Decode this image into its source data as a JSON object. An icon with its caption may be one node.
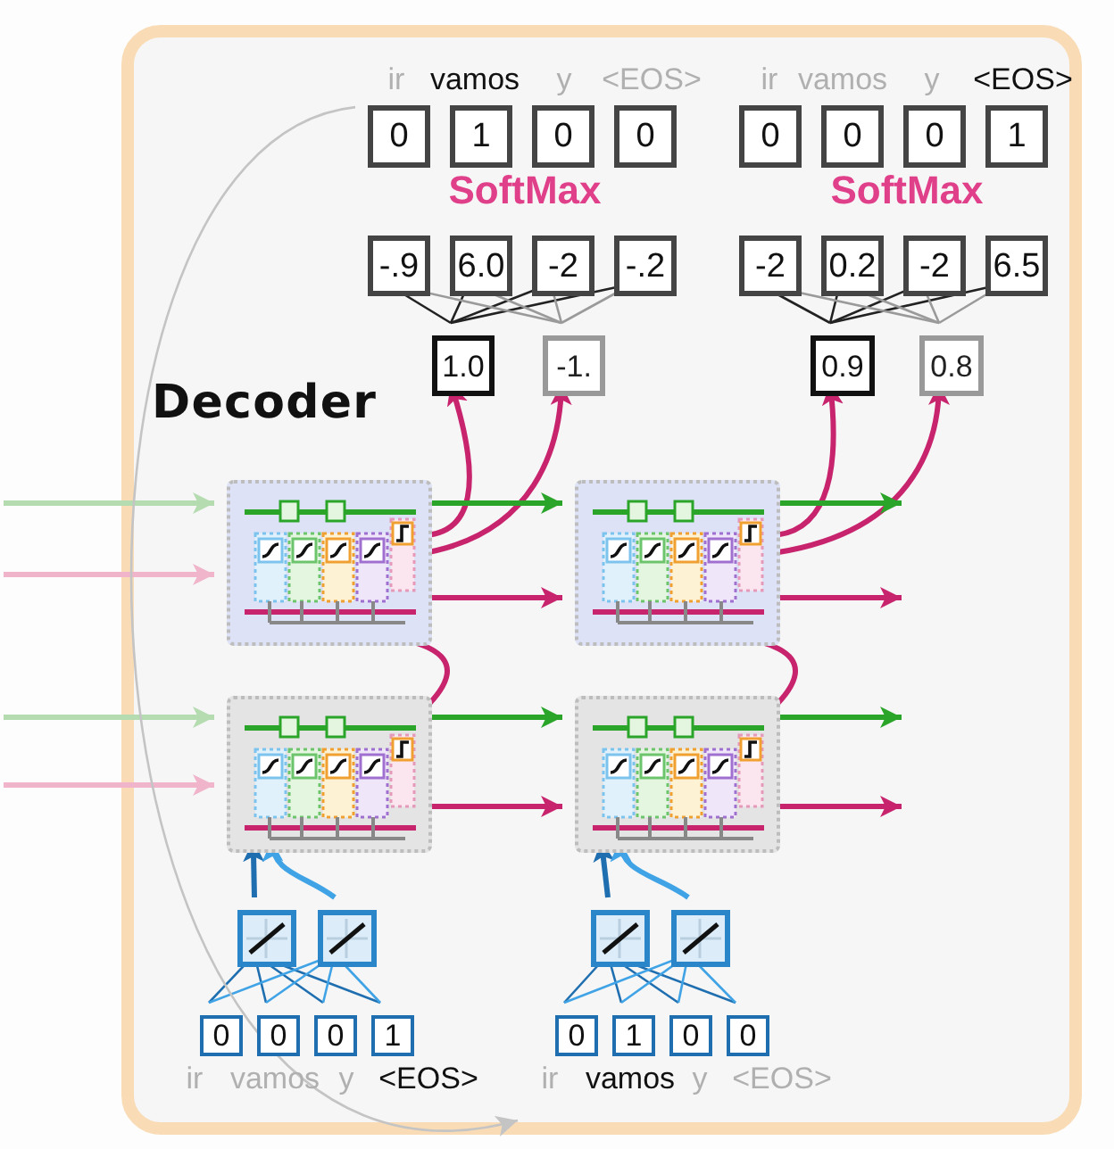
{
  "diagram": {
    "nodes": [
      {
        "text": [
          "Decoder"
        ]
      },
      {
        "text": [
          "0"
        ],
        "in": 0
      },
      {
        "text": [
          "1"
        ],
        "in": 0
      },
      {
        "text": [
          "0"
        ],
        "in": 0
      },
      {
        "text": [
          "0"
        ],
        "in": 0
      },
      {
        "text": [
          "0"
        ],
        "in": 0
      },
      {
        "text": [
          "0"
        ],
        "in": 0
      },
      {
        "text": [
          "0"
        ],
        "in": 0
      },
      {
        "text": [
          "1"
        ],
        "in": 0
      },
      {
        "text": [
          "-.9"
        ],
        "in": 0
      },
      {
        "text": [
          "6.0"
        ],
        "in": 0
      },
      {
        "text": [
          "-2"
        ],
        "in": 0
      },
      {
        "text": [
          "-.2"
        ],
        "in": 0
      },
      {
        "text": [
          "-2"
        ],
        "in": 0
      },
      {
        "text": [
          "0.2"
        ],
        "in": 0
      },
      {
        "text": [
          "-2"
        ],
        "in": 0
      },
      {
        "text": [
          "6.5"
        ],
        "in": 0
      },
      {
        "text": [
          "1.0"
        ],
        "in": 0
      },
      {
        "text": [
          "-1."
        ],
        "in": 0
      },
      {
        "text": [
          "0.9"
        ],
        "in": 0
      },
      {
        "text": [
          "0.8"
        ],
        "in": 0
      },
      {
        "text": [],
        "shape": "box",
        "in": 0
      },
      {
        "text": [],
        "shape": "box",
        "in": 0
      },
      {
        "text": [],
        "shape": "box",
        "in": 0
      },
      {
        "text": [],
        "shape": "box",
        "in": 0
      },
      {
        "text": [],
        "shape": "box",
        "in": 0
      },
      {
        "text": [],
        "shape": "box",
        "in": 0
      },
      {
        "text": [],
        "shape": "box",
        "in": 0
      },
      {
        "text": [],
        "shape": "box",
        "in": 0
      },
      {
        "text": [
          "0"
        ],
        "in": 0
      },
      {
        "text": [
          "0"
        ],
        "in": 0
      },
      {
        "text": [
          "0"
        ],
        "in": 0
      },
      {
        "text": [
          "1"
        ],
        "in": 0
      },
      {
        "text": [
          "0"
        ],
        "in": 0
      },
      {
        "text": [
          "1"
        ],
        "in": 0
      },
      {
        "text": [
          "0"
        ],
        "in": 0
      },
      {
        "text": [
          "0"
        ],
        "in": 0
      }
    ],
    "edges": [
      {
        "from": 17,
        "to": 9,
        "arrow": "none",
        "color": "#222222"
      },
      {
        "from": 17,
        "to": 10,
        "arrow": "none",
        "color": "#222222"
      },
      {
        "from": 17,
        "to": 11,
        "arrow": "none",
        "color": "#222222"
      },
      {
        "from": 17,
        "to": 12,
        "arrow": "none",
        "color": "#222222"
      },
      {
        "from": 18,
        "to": 9,
        "arrow": "none",
        "color": "#9a9a9a"
      },
      {
        "from": 18,
        "to": 10,
        "arrow": "none",
        "color": "#9a9a9a"
      },
      {
        "from": 18,
        "to": 11,
        "arrow": "none",
        "color": "#9a9a9a"
      },
      {
        "from": 18,
        "to": 12,
        "arrow": "none",
        "color": "#9a9a9a"
      },
      {
        "from": 19,
        "to": 13,
        "arrow": "none",
        "color": "#222222"
      },
      {
        "from": 19,
        "to": 14,
        "arrow": "none",
        "color": "#222222"
      },
      {
        "from": 19,
        "to": 15,
        "arrow": "none",
        "color": "#222222"
      },
      {
        "from": 19,
        "to": 16,
        "arrow": "none",
        "color": "#222222"
      },
      {
        "from": 20,
        "to": 13,
        "arrow": "none",
        "color": "#9a9a9a"
      },
      {
        "from": 20,
        "to": 14,
        "arrow": "none",
        "color": "#9a9a9a"
      },
      {
        "from": 20,
        "to": 15,
        "arrow": "none",
        "color": "#9a9a9a"
      },
      {
        "from": 20,
        "to": 16,
        "arrow": "none",
        "color": "#9a9a9a"
      },
      {
        "from": 21,
        "to": 17,
        "arrow": "to",
        "style": "thick",
        "color": "#c8246e"
      },
      {
        "from": 21,
        "to": 18,
        "arrow": "to",
        "style": "thick",
        "color": "#c8246e"
      },
      {
        "from": 22,
        "to": 19,
        "arrow": "to",
        "style": "thick",
        "color": "#c8246e"
      },
      {
        "from": 22,
        "to": 20,
        "arrow": "to",
        "style": "thick",
        "color": "#c8246e"
      },
      {
        "from": 23,
        "to": 21,
        "arrow": "to",
        "style": "thick",
        "color": "#c8246e"
      },
      {
        "from": 24,
        "to": 22,
        "arrow": "to",
        "style": "thick",
        "color": "#c8246e"
      },
      {
        "from": 21,
        "to": 22,
        "arrow": "to",
        "style": "thick",
        "color": "#2aa52a"
      },
      {
        "from": 21,
        "to": 22,
        "arrow": "to",
        "style": "thick",
        "color": "#c8246e"
      },
      {
        "from": 23,
        "to": 24,
        "arrow": "to",
        "style": "thick",
        "color": "#2aa52a"
      },
      {
        "from": 23,
        "to": 24,
        "arrow": "to",
        "style": "thick",
        "color": "#c8246e"
      },
      {
        "from": 22,
        "to": null,
        "arrow": "to",
        "style": "thick",
        "color": "#2aa52a"
      },
      {
        "from": 22,
        "to": null,
        "arrow": "to",
        "style": "thick",
        "color": "#c8246e"
      },
      {
        "from": 24,
        "to": null,
        "arrow": "to",
        "style": "thick",
        "color": "#2aa52a"
      },
      {
        "from": 24,
        "to": null,
        "arrow": "to",
        "style": "thick",
        "color": "#c8246e"
      },
      {
        "from": null,
        "to": 21,
        "arrow": "to",
        "style": "thick",
        "color": "#b5dcb0"
      },
      {
        "from": null,
        "to": 21,
        "arrow": "to",
        "style": "thick",
        "color": "#f0b5cb"
      },
      {
        "from": null,
        "to": 23,
        "arrow": "to",
        "style": "thick",
        "color": "#b5dcb0"
      },
      {
        "from": null,
        "to": 23,
        "arrow": "to",
        "style": "thick",
        "color": "#f0b5cb"
      },
      {
        "from": 25,
        "to": 23,
        "arrow": "to",
        "style": "thick",
        "color": "#1f6fb0"
      },
      {
        "from": 26,
        "to": 23,
        "arrow": "to",
        "style": "thick",
        "color": "#3fa3e6"
      },
      {
        "from": 27,
        "to": 24,
        "arrow": "to",
        "style": "thick",
        "color": "#1f6fb0"
      },
      {
        "from": 28,
        "to": 24,
        "arrow": "to",
        "style": "thick",
        "color": "#3fa3e6"
      },
      {
        "from": 25,
        "to": 29,
        "arrow": "none",
        "color": "#1f6fb0"
      },
      {
        "from": 25,
        "to": 30,
        "arrow": "none",
        "color": "#1f6fb0"
      },
      {
        "from": 25,
        "to": 31,
        "arrow": "none",
        "color": "#1f6fb0"
      },
      {
        "from": 25,
        "to": 32,
        "arrow": "none",
        "color": "#1f6fb0"
      },
      {
        "from": 26,
        "to": 29,
        "arrow": "none",
        "color": "#3fa3e6"
      },
      {
        "from": 26,
        "to": 30,
        "arrow": "none",
        "color": "#3fa3e6"
      },
      {
        "from": 26,
        "to": 31,
        "arrow": "none",
        "color": "#3fa3e6"
      },
      {
        "from": 26,
        "to": 32,
        "arrow": "none",
        "color": "#3fa3e6"
      },
      {
        "from": 27,
        "to": 33,
        "arrow": "none",
        "color": "#1f6fb0"
      },
      {
        "from": 27,
        "to": 34,
        "arrow": "none",
        "color": "#1f6fb0"
      },
      {
        "from": 27,
        "to": 35,
        "arrow": "none",
        "color": "#1f6fb0"
      },
      {
        "from": 27,
        "to": 36,
        "arrow": "none",
        "color": "#1f6fb0"
      },
      {
        "from": 28,
        "to": 33,
        "arrow": "none",
        "color": "#3fa3e6"
      },
      {
        "from": 28,
        "to": 34,
        "arrow": "none",
        "color": "#3fa3e6"
      },
      {
        "from": 28,
        "to": 35,
        "arrow": "none",
        "color": "#3fa3e6"
      },
      {
        "from": 28,
        "to": 36,
        "arrow": "none",
        "color": "#3fa3e6"
      },
      {
        "from": 1,
        "to": null,
        "arrow": "to",
        "color": "#c4c4c4"
      }
    ],
    "labels": [
      "ir",
      "vamos",
      "y",
      "<EOS>",
      "ir",
      "vamos",
      "y",
      "<EOS>",
      "SoftMax",
      "SoftMax",
      "ir",
      "vamos",
      "y",
      "<EOS>",
      "ir",
      "vamos",
      "y",
      "<EOS>"
    ]
  }
}
